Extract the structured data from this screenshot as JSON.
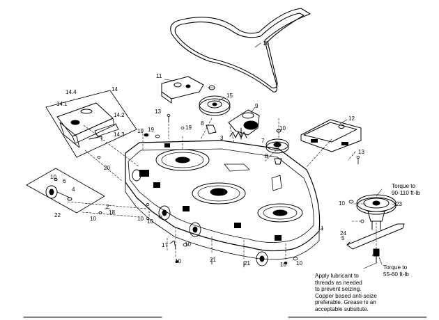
{
  "diagram": {
    "callouts": {
      "n1": "1",
      "n2": "2",
      "n3": "3",
      "n4": "4",
      "n5": "5",
      "n6": "6",
      "n7": "7",
      "n8a": "8",
      "n8b": "8",
      "n9": "9",
      "n10a": "10",
      "n10b": "10",
      "n10c": "10",
      "n10d": "10",
      "n10e": "10",
      "n10f": "10",
      "n10g": "10",
      "n10h": "10",
      "n10i": "10",
      "n10j": "10",
      "n11": "11",
      "n12": "12",
      "n13a": "13",
      "n13b": "13",
      "n14": "14",
      "n14_1": "14.1",
      "n14_2": "14.2",
      "n14_3": "14.3",
      "n14_4": "14.4",
      "n15": "15",
      "n16": "16",
      "n17": "17",
      "n18": "18",
      "n19a": "19",
      "n19b": "19",
      "n19c": "19",
      "n20": "20",
      "n21a": "21",
      "n21b": "21",
      "n22": "22",
      "n23": "23",
      "n24": "24"
    },
    "torque_upper": [
      "Torque to",
      "90-110 ft-lb"
    ],
    "torque_lower": [
      "Torque to",
      "55-60 ft-lb"
    ],
    "lubricant_note": [
      "Apply lubricant to",
      "threads as needed",
      "to prevent seizing.",
      "Copper based anti-seize",
      "preferable. Grease is an",
      "acceptable subsitute."
    ]
  }
}
